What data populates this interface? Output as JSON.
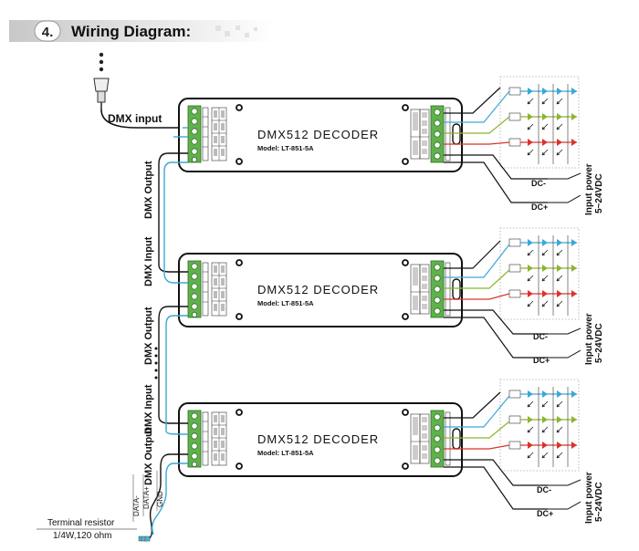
{
  "heading": {
    "number": "4.",
    "title": "Wiring Diagram:"
  },
  "decoder": {
    "title": "DMX512 DECODER",
    "model": "Model:  LT-851-5A"
  },
  "labels": {
    "dmx_input": "DMX input",
    "dmx_output": "DMX Output",
    "dmx_input_vertical": "DMX Input",
    "dc_minus": "DC-",
    "dc_plus": "DC+",
    "input_power": "Input power",
    "voltage": "5~24VDC",
    "data_minus": "DATA-",
    "data_plus": "DATA+",
    "gnd": "GND",
    "terminal_resistor": "Terminal resistor",
    "resistor_spec": "1/4W,120 ohm"
  },
  "colors": {
    "blue_led": "#3aa7d8",
    "green_led": "#8ab531",
    "red_led": "#d9342b",
    "terminal_green": "#5fb24a"
  }
}
